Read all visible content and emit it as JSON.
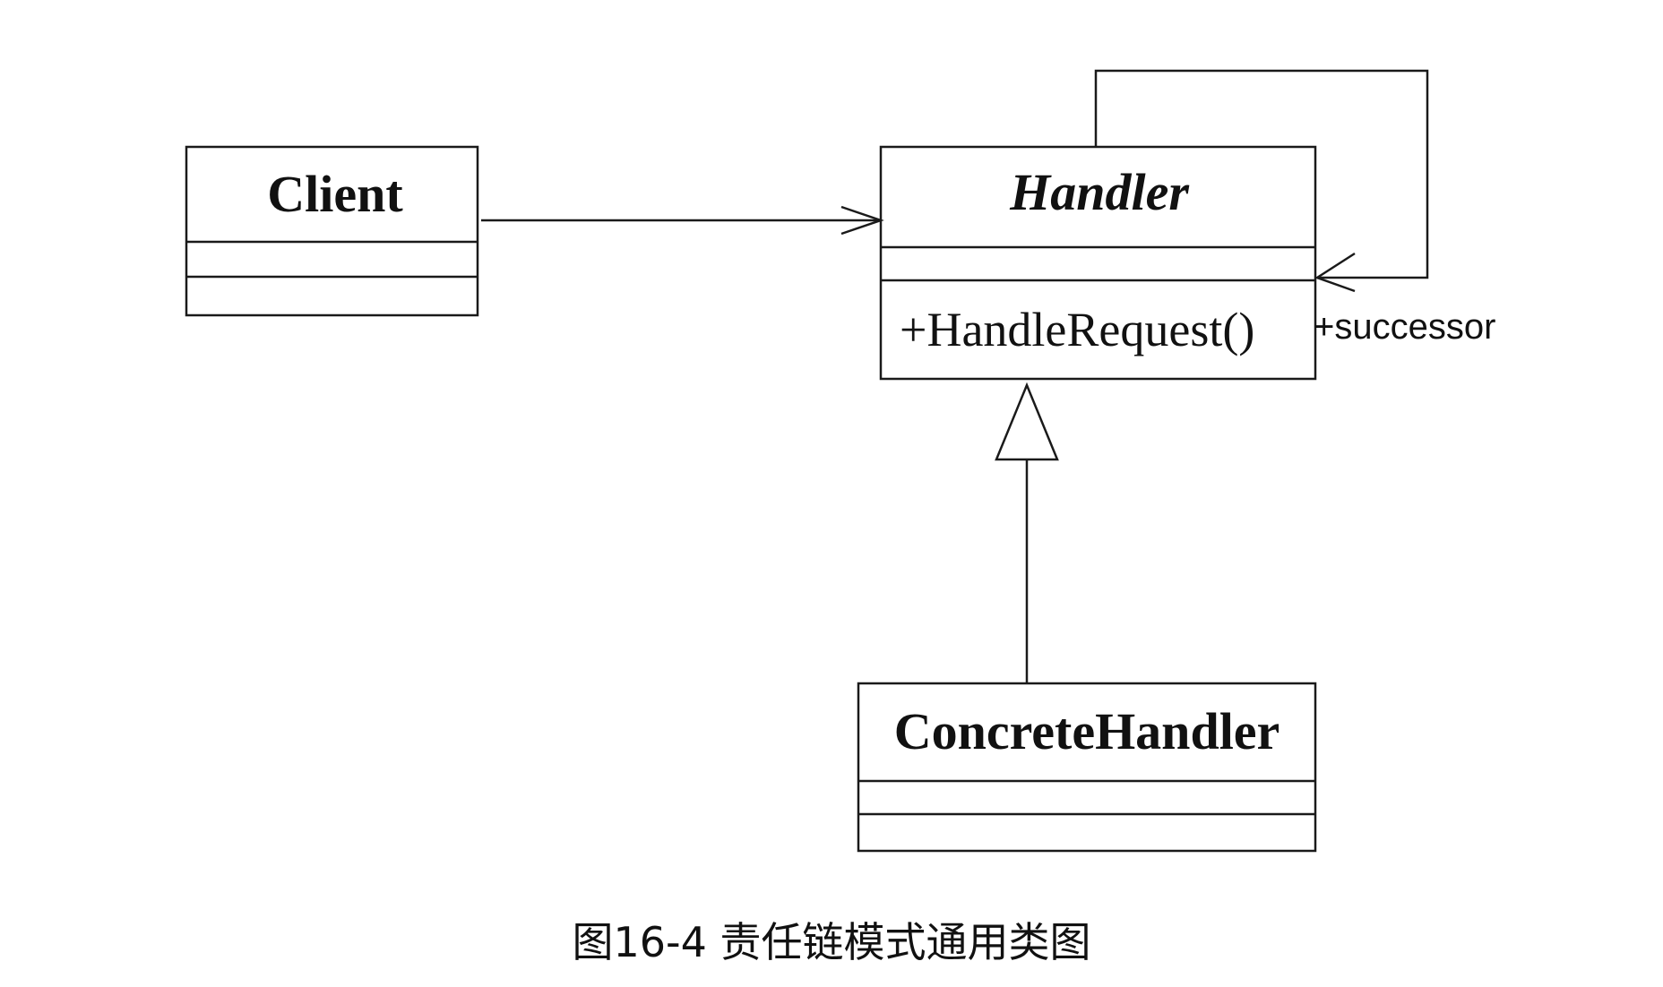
{
  "classes": {
    "client": {
      "name": "Client",
      "attributes": [],
      "operations": []
    },
    "handler": {
      "name": "Handler",
      "abstract": true,
      "attributes": [],
      "operations": [
        "+HandleRequest()"
      ]
    },
    "concrete_handler": {
      "name": "ConcreteHandler",
      "attributes": [],
      "operations": []
    }
  },
  "relationships": {
    "client_to_handler": {
      "type": "association",
      "from": "Client",
      "to": "Handler"
    },
    "handler_self": {
      "type": "association",
      "from": "Handler",
      "to": "Handler",
      "role": "+successor"
    },
    "inheritance": {
      "type": "generalization",
      "from": "ConcreteHandler",
      "to": "Handler"
    }
  },
  "caption": "图16-4 责任链模式通用类图"
}
